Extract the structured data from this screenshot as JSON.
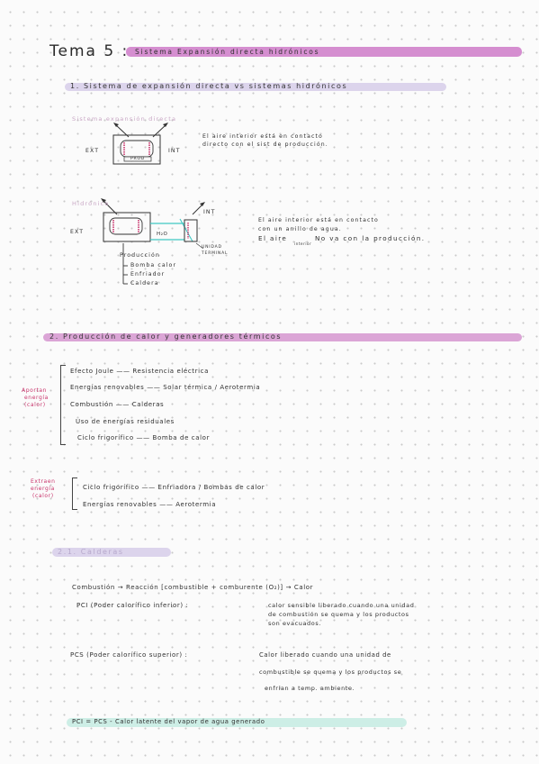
{
  "title": {
    "tema": "Tema 5 :",
    "subject": "Sistema Expansión directa hidrónicos"
  },
  "section1": {
    "heading": "1. Sistema de expansión directa vs sistemas hidrónicos",
    "sub1": {
      "title": "Sistema expansión directa",
      "ext": "EXT",
      "int": "INT",
      "prod": "PROD",
      "text1": "El aire interior está en contacto",
      "text2": "directo con el sist de producción."
    },
    "sub2": {
      "title": "Hidrónico",
      "ext": "EXT",
      "int": "INT",
      "h2o": "H₂O",
      "unit_1": "UNIDAD",
      "unit_2": "TERMINAL",
      "produccion": "Producción",
      "list": [
        "Bomba calor",
        "Enfriador",
        "Caldera"
      ],
      "text1": "El aire interior está en contacto",
      "text2": "con un anillo de agua.",
      "text3a": "El aire",
      "text3_interior": "interior",
      "text3b": "No va con la producción."
    }
  },
  "section2": {
    "heading": "2. Producción de calor y generadores térmicos",
    "aportan": [
      "Aportan",
      "energía",
      "(calor)"
    ],
    "items_aportan": [
      "Efecto Joule —— Resistencia eléctrica",
      "Energías renovables —— Solar térmica / Aerotermia",
      "Combustión —— Calderas",
      "Uso de energías residuales",
      "Ciclo frigorífico —— Bomba de calor"
    ],
    "extraen": [
      "Extraen",
      "energía",
      "(calor)"
    ],
    "items_extraen": [
      "Ciclo frigorífico —— Enfriadora / Bombas de calor",
      "Energías renovables —— Aerotermia"
    ]
  },
  "section3": {
    "heading": "2.1. Calderas",
    "combustion": "Combustión → Reacción [combustible + comburente (O₂)] → Calor",
    "pci_label": "PCI (Poder calorífico inferior) :",
    "pci_1": "calor sensible liberado cuando una unidad",
    "pci_2": "de combustión se quema y los productos",
    "pci_3": "son evacuados.",
    "pcs_label": "PCS (Poder calorífico superior) :",
    "pcs_1": "Calor liberado cuando una unidad de",
    "pcs_2": "combustible se quema y los productos se",
    "pcs_3": "enfrían a temp. ambiente.",
    "formula": "PCI = PCS - Calor latente del vapor de agua generado"
  },
  "colors": {
    "pink_band": "#d58ed0",
    "pale_band": "#dcd4ec",
    "mint_band": "#cdeee6",
    "cyan_pipe": "#3fc8c4",
    "red_accent": "#c8326a"
  }
}
